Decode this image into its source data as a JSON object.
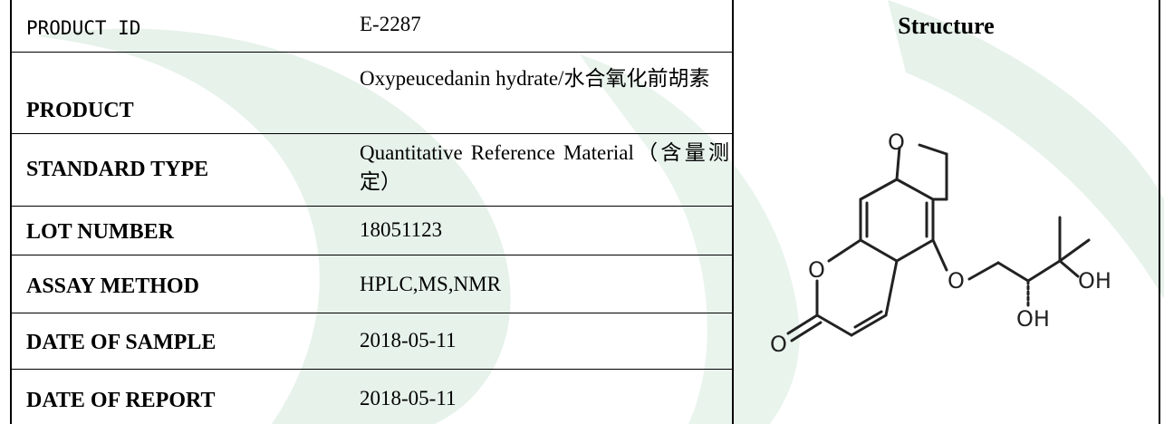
{
  "info": {
    "rows": [
      {
        "label": "PRODUCT ID",
        "value": "E-2287"
      },
      {
        "label": "PRODUCT",
        "value": "Oxypeucedanin hydrate/水合氧化前胡素"
      },
      {
        "label": "STANDARD TYPE",
        "value": "Quantitative Reference Material（含量测定）"
      },
      {
        "label": "LOT NUMBER",
        "value": "18051123"
      },
      {
        "label": "ASSAY METHOD",
        "value": "HPLC,MS,NMR"
      },
      {
        "label": "DATE OF SAMPLE",
        "value": "2018-05-11"
      },
      {
        "label": "DATE OF REPORT",
        "value": "2018-05-11"
      }
    ]
  },
  "structure": {
    "title": "Structure",
    "atom_labels": {
      "o_furan": "O",
      "o_ring": "O",
      "o_carbonyl": "O",
      "o_ether": "O",
      "oh_tertiary": "OH",
      "oh_secondary": "OH"
    }
  },
  "colors": {
    "watermark": "#e8f3ec",
    "ink": "#000000"
  }
}
